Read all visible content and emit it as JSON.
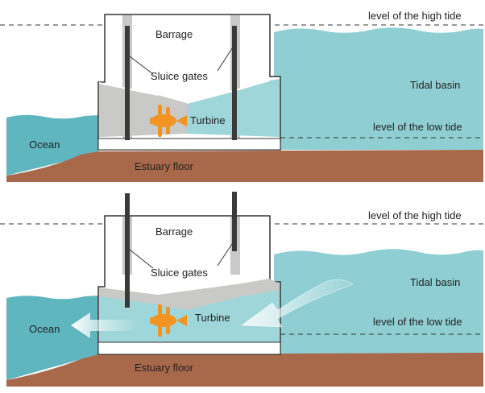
{
  "colors": {
    "ocean": "#5fb6bf",
    "ocean_light": "#9fd6d9",
    "basin": "#8fcfd3",
    "floor": "#a8684a",
    "barrage_grey": "#c9c9c7",
    "gate": "#3a3a3a",
    "turbine": "#f29422",
    "dashed": "#333333"
  },
  "top_panel": {
    "high_tide_label": "level of the high tide",
    "low_tide_label": "level of the low tide",
    "barrage_label": "Barrage",
    "sluice_label": "Sluice gates",
    "basin_label": "Tidal basin",
    "turbine_label": "Turbine",
    "ocean_label": "Ocean",
    "floor_label": "Estuary floor"
  },
  "bottom_panel": {
    "high_tide_label": "level of the high tide",
    "low_tide_label": "level of the low tide",
    "barrage_label": "Barrage",
    "sluice_label": "Sluice gates",
    "basin_label": "Tidal basin",
    "turbine_label": "Turbine",
    "ocean_label": "Ocean",
    "floor_label": "Estuary floor"
  }
}
